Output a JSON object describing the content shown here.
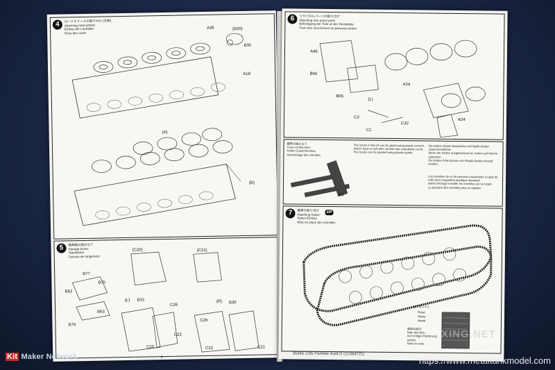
{
  "steps": {
    "s4": {
      "num": "4",
      "caption": [
        "ロードホイールの取り付け (左側)",
        "Attaching road wheels",
        "Einbau der Laufräder",
        "Pose des roues"
      ]
    },
    "s6": {
      "num": "6",
      "caption": [
        "リヤパネルパーツの取り付け",
        "Attaching rear panel parts",
        "Befestigung der Teile an der Heckplatte",
        "Pose des accessoires du panneau arrière"
      ]
    },
    "s5": {
      "num": "5",
      "caption": [
        "雑具箱の組み立て",
        "Storage boxes",
        "Staukästen",
        "Caisses de rangement"
      ]
    },
    "s7": {
      "num": "7",
      "caption": [
        "履帯の取り付け",
        "Attaching tracks",
        "Ketten-Einbau",
        "Mise en place des chenilles"
      ],
      "badge": "DP"
    }
  },
  "labels": {
    "a36": "A36",
    "b20": "(B20)",
    "b35": "B35",
    "a18": "A18",
    "a": "(A)",
    "b": "(B)",
    "a45": "A45",
    "b66": "B66",
    "b65": "B65",
    "a24": "A24",
    "a24b": "A24",
    "l": "(L)",
    "c3": "C3",
    "c32": "C32",
    "c1": "C1",
    "c20h": "(C20)",
    "c21h": "(C21)",
    "l5": "(L)",
    "b31": "B31",
    "c26a": "C26",
    "r5": "(R)",
    "b30": "B30",
    "b77": "B77",
    "b75": "B75",
    "b62": "B62",
    "b63": "B63",
    "b76": "B76",
    "c20": "C20",
    "c23": "C23",
    "c26b": "C26",
    "c22": "C22",
    "c21": "C21",
    "f1": "F1",
    "front": "(フロント)",
    "front_en": "Front",
    "front_de": "Vorne",
    "front_fr": "Avant"
  },
  "track_note": {
    "title": "履帯の組み立て",
    "lines": [
      "Track construction",
      "Ketten-Zusammenbau",
      "Assemblage des chenilles"
    ],
    "en": [
      "The tracks in this kit can be glued using plastic cement.",
      "Attach track to hull after cement has completely cured.",
      "The tracks can be painted using plastic paints."
    ],
    "de": [
      "Die Ketten dieses Bausatzes mit Plastik-Kleber zusammenkleben.",
      "Wenn der Kleber ausgetrocknet ist, Ketten auf Wanne aufsetzen.",
      "Die Ketten-Teile können mit Plastik-Farben bemalt werden."
    ],
    "fr": [
      "Les chenilles de ce kit peuvent s'assembler à l'aide de colle pour maquettes plastique standard.",
      "Après séchage installer les chenilles sur la coque.",
      "La peinture des chenilles peut se réaliser."
    ]
  },
  "footer": {
    "page_num": "4",
    "code": "35345  1/35 Panther Ausf.D (11064721)"
  },
  "watermarks": {
    "left_kit": "Kit",
    "left_rest": " Maker Network",
    "mid": "XING.NET",
    "right": "https://www.metaltankmodel.com"
  },
  "note_l": [
    "車体の前方",
    "Note direction.",
    "Auf richtige Platzierung achten.",
    "Noter le sens."
  ]
}
